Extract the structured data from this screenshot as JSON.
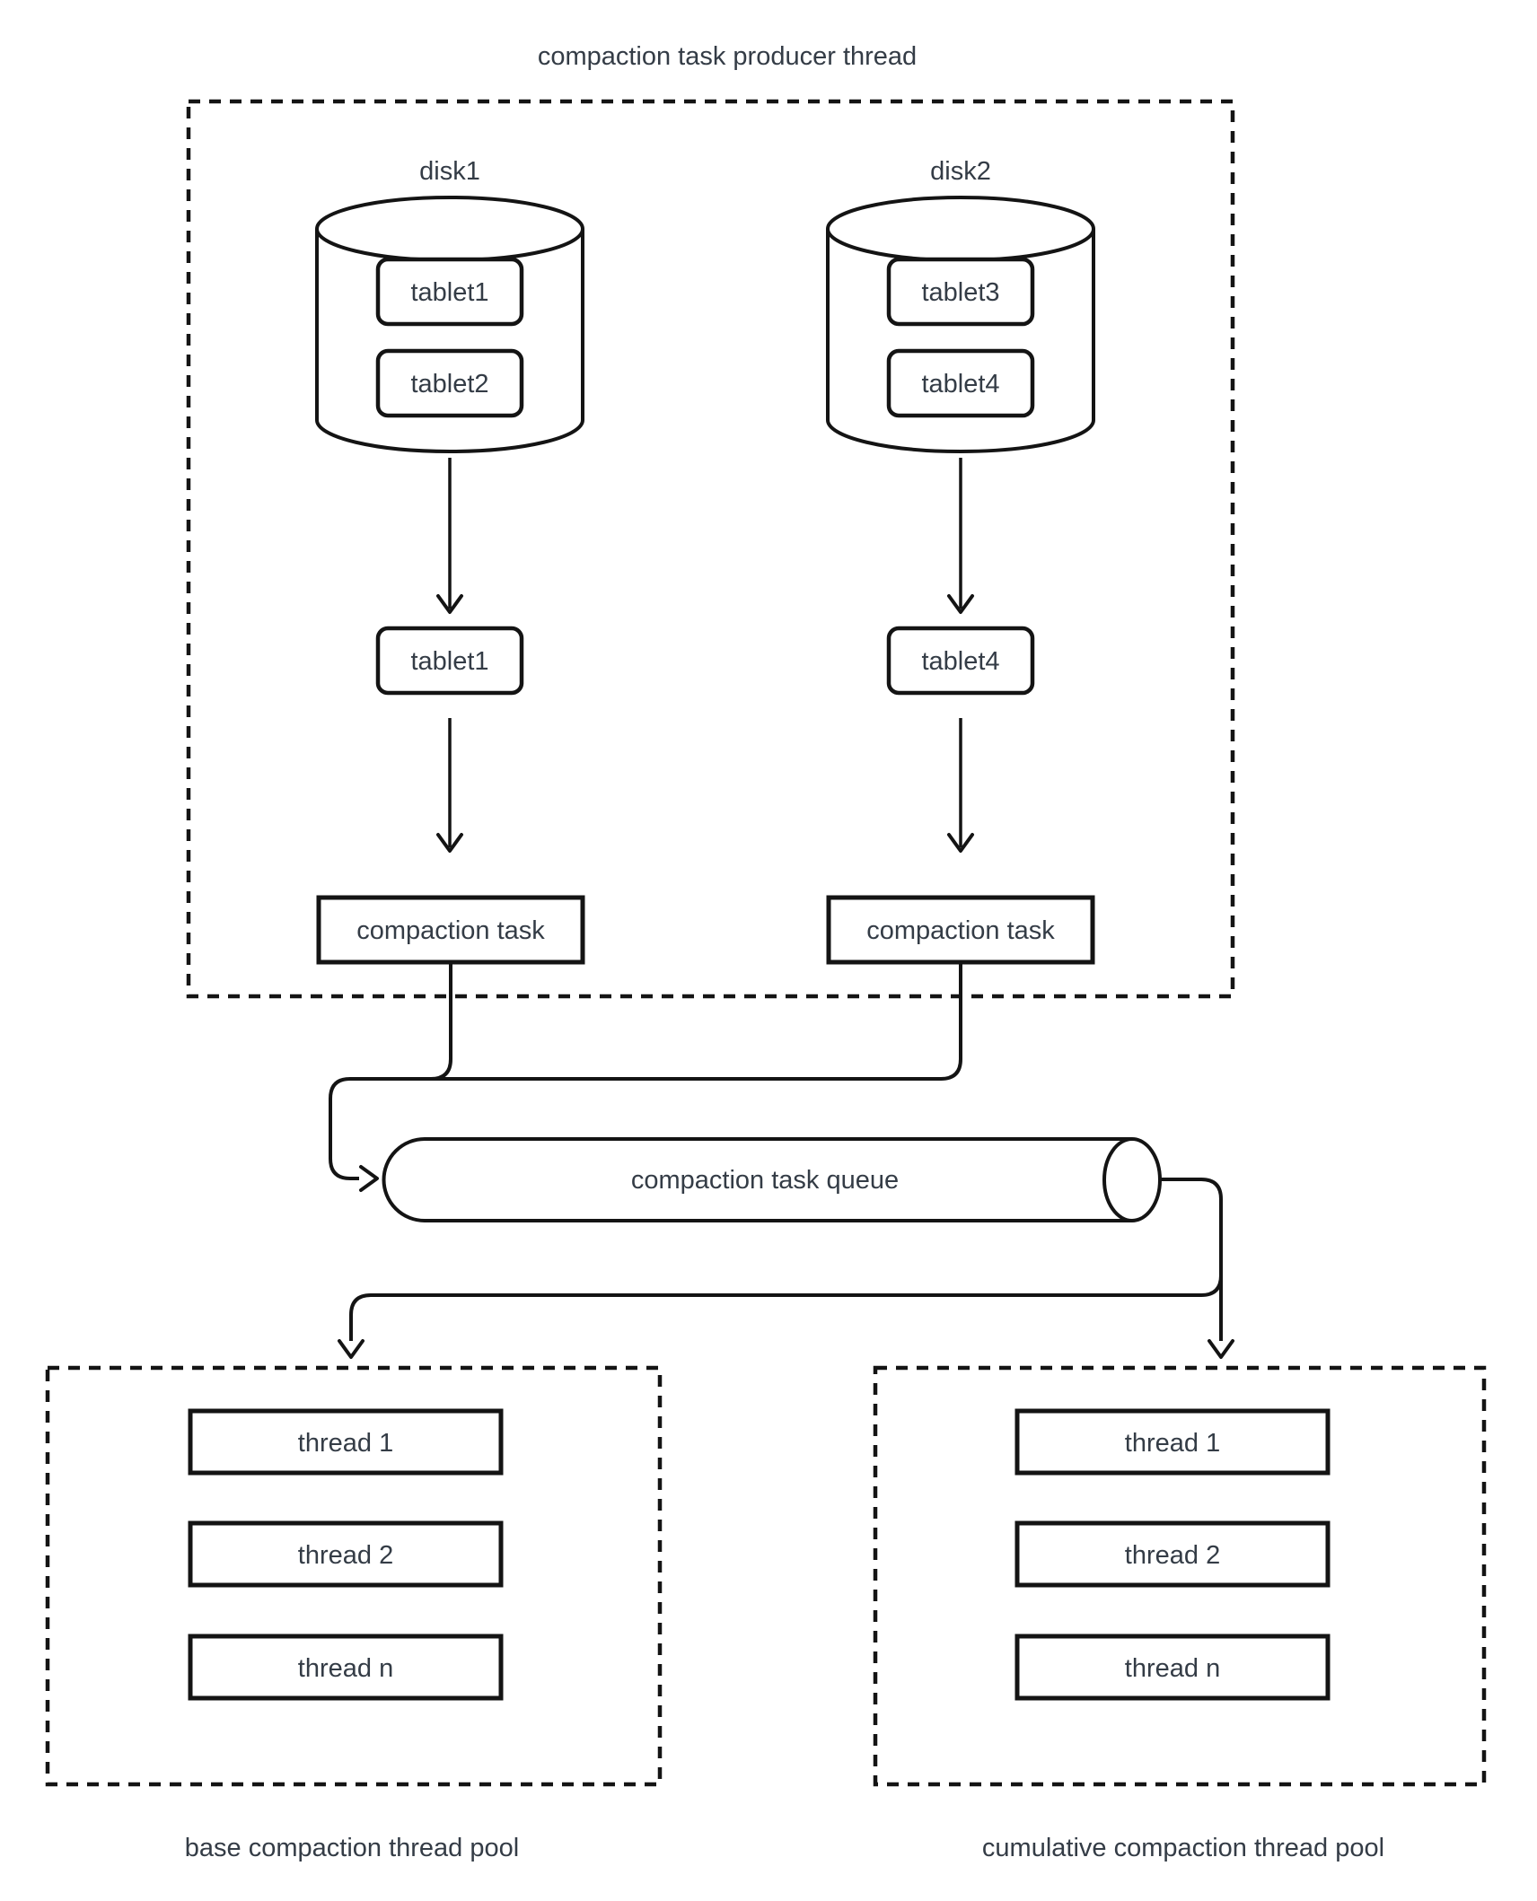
{
  "diagram": {
    "title": "compaction task producer thread",
    "producer": {
      "disks": [
        {
          "label": "disk1",
          "tablets": [
            "tablet1",
            "tablet2"
          ]
        },
        {
          "label": "disk2",
          "tablets": [
            "tablet3",
            "tablet4"
          ]
        }
      ],
      "picked": [
        "tablet1",
        "tablet4"
      ],
      "tasks": [
        "compaction task",
        "compaction task"
      ]
    },
    "queue": {
      "label": "compaction task queue"
    },
    "pools": [
      {
        "caption": "base compaction thread pool",
        "threads": [
          "thread 1",
          "thread 2",
          "thread n"
        ]
      },
      {
        "caption": "cumulative compaction thread pool",
        "threads": [
          "thread 1",
          "thread 2",
          "thread n"
        ]
      }
    ],
    "colors": {
      "stroke": "#141414",
      "text": "#343c46",
      "background": "#ffffff"
    }
  }
}
